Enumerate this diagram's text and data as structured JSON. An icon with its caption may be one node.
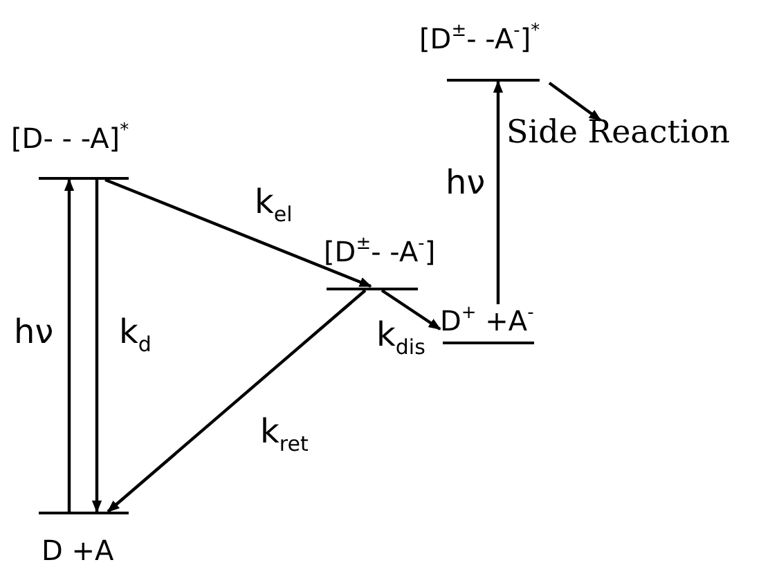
{
  "diagram": {
    "nodes": [
      {
        "text": [
          "[D- - -A]$^{*}$"
        ]
      },
      {
        "text": [
          "[D$^{±}$- -A$^{-}$]"
        ]
      },
      {
        "text": [
          "D$^{+}$ +A$^{-}$"
        ]
      },
      {
        "text": [
          "[D$^{±}$- -A$^{-}$]$^{*}$"
        ]
      },
      {
        "text": [
          "Side Reaction"
        ]
      },
      {
        "text": [
          "D +A"
        ]
      }
    ],
    "edges": [
      {
        "from": 5,
        "to": 0,
        "arrow": "to",
        "label": "hν"
      },
      {
        "from": 0,
        "to": 5,
        "arrow": "to",
        "label": "k$_{d}$"
      },
      {
        "from": 0,
        "to": 1,
        "arrow": "to",
        "label": "k$_{el}$"
      },
      {
        "from": 1,
        "to": 5,
        "arrow": "to",
        "label": "k$_{ret}$"
      },
      {
        "from": 1,
        "to": 2,
        "arrow": "to",
        "label": "k$_{dis}$"
      },
      {
        "from": 2,
        "to": 3,
        "arrow": "to",
        "label": "hν"
      },
      {
        "from": 3,
        "to": 4,
        "arrow": "to"
      }
    ]
  }
}
